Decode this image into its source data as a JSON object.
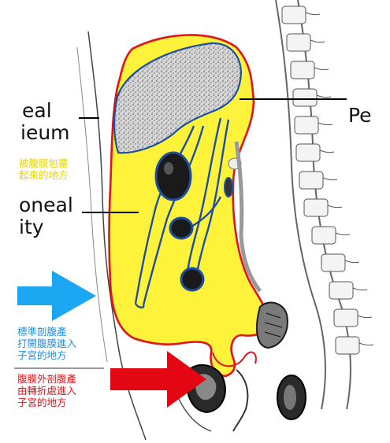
{
  "labels": {
    "left_top_1": "eal",
    "left_top_2": "ieum",
    "left_mid_1": "oneal",
    "left_mid_2": "ity",
    "right_top": "Pe"
  },
  "notes": {
    "yellow": "被腹膜包覆\n起來的地方",
    "blue": "標準剖腹產\n打開腹膜進入\n子宮的地方",
    "red": "腹膜外剖腹產\n由轉折處進入\n子宮的地方"
  },
  "colors": {
    "peritoneal_fill": "#fff23a",
    "outline": "#e0141b",
    "organ_outline": "#1d4fa0",
    "blue_arrow": "#1ba7f2",
    "red_arrow": "#e30613"
  }
}
